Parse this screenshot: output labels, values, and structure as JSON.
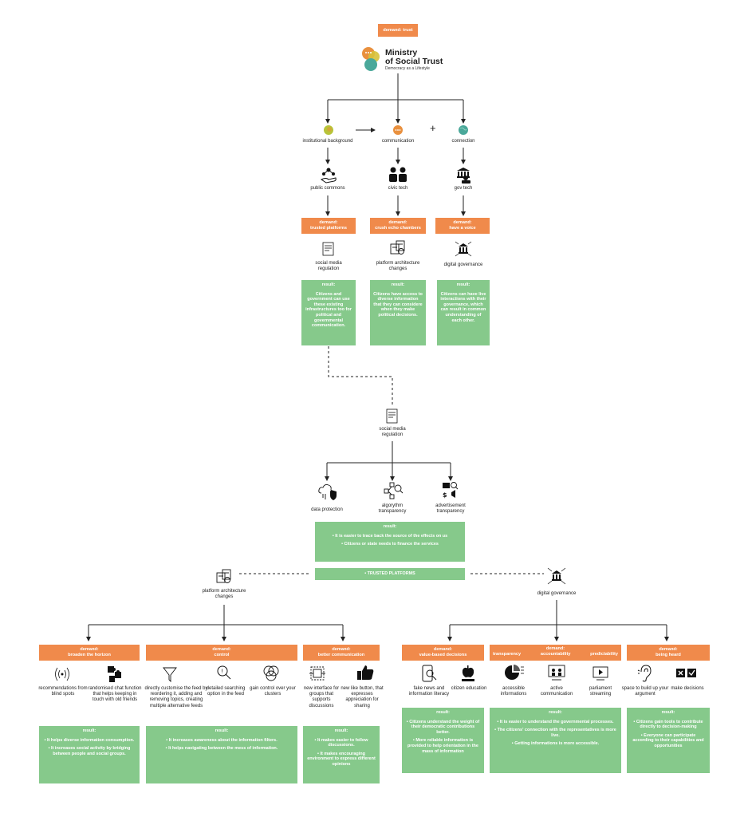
{
  "top": {
    "demand": "demand: trust"
  },
  "logo": {
    "line1": "Ministry",
    "line2": "of Social Trust",
    "tagline": "Democracy as a Lifestyle"
  },
  "pillars": {
    "institutional": "institutional background",
    "communication": "communication",
    "connection": "connection",
    "plus": "+"
  },
  "tools": {
    "public": "public commons",
    "civic": "civic tech",
    "gov": "gov tech"
  },
  "demands_mid": {
    "d1_line1": "demand:",
    "d1_line2": "trusted platforms",
    "d2_line1": "demand:",
    "d2_line2": "crush echo chambers",
    "d3_line1": "demand:",
    "d3_line2": "have a voice"
  },
  "solutions": {
    "s1": "social media regulation",
    "s2": "platform architecture changes",
    "s3": "digital governance"
  },
  "results_mid": {
    "label": "result:",
    "r1": "Citizens and government can use these existing infrastructures too for political and governmental communication.",
    "r2": "Citizens have access to diverse information that they can considere when they make political decisions.",
    "r3": "Citizens can have live interactions with their governance, which can result in common understanding of each other."
  },
  "regulation": {
    "title": "social media regulation",
    "data_protection": "data protection",
    "algorythm": "algorythm transparency",
    "advertisement": "advertisement transparency",
    "result_label": "result:",
    "result1": "• It is easier to trace back the source of the effects on us",
    "result2": "• Citizens or state needs to finance the services",
    "trusted": "• TRUSTED PLATFORMS"
  },
  "platform": {
    "title": "platform architecture changes",
    "demands": {
      "a_l1": "demand:",
      "a_l2": "broaden the horizon",
      "b_l1": "demand:",
      "b_l2": "control",
      "c_l1": "demand:",
      "c_l2": "better communication"
    },
    "items": {
      "recommend": "recommendations from blind spots",
      "random": "randomised chat function that helps keeping in touch with old friends",
      "customise": "directly customise the feed by reordering it, adding and removing topics, creating multiple alternative feeds",
      "search": "detailed searching option in the feed",
      "clusters": "gain control over your clusters",
      "interface": "new  interface for groups that supports discussions",
      "like": "new like button, that expresses appreciation for sharing"
    },
    "results": {
      "label": "result:",
      "a1": "• It helps diverse information consumption.",
      "a2": "• It increases social activity by bridging between people and social groups.",
      "b1": "• It increases awareness about the information filters.",
      "b2": "• It helps navigating between the mess of information.",
      "c1": "• It makes easier to follow discussions.",
      "c2": "• It makes encouraging environment to express different opinions"
    }
  },
  "governance": {
    "title": "digital governance",
    "demands": {
      "a_l1": "demand:",
      "a_l2": "value-based decisions",
      "b_l1": "demand:",
      "b_left": "transparency",
      "b_mid": "accountability",
      "b_right": "predictability",
      "c_l1": "demand:",
      "c_l2": "being heard"
    },
    "items": {
      "fake": "fake news and information literacy",
      "education": "citizen education",
      "accessible": "accessible informations",
      "active": "active communication",
      "streaming": "parliament streaming",
      "space": "space to build up your argument",
      "decisions": "make decisions"
    },
    "results": {
      "label": "result:",
      "a1": "• Citizens understand the weight of their democratic contributions better.",
      "a2": "• More reliable information  is provided to help orientation in the mass of information",
      "b1": "• It is easier to understand the governmental processes.",
      "b2": "• The citizens' connection with the representatives is  more live.",
      "b3": "• Getting informations is more accessible.",
      "c1": "• Citizens gain tools to contribute  directly to decision-making",
      "c2": "• Everyone can participate according to their capabilities and opportunities"
    }
  },
  "colors": {
    "orange": "#f08a4b",
    "green": "#86c98b",
    "line": "#222222"
  }
}
